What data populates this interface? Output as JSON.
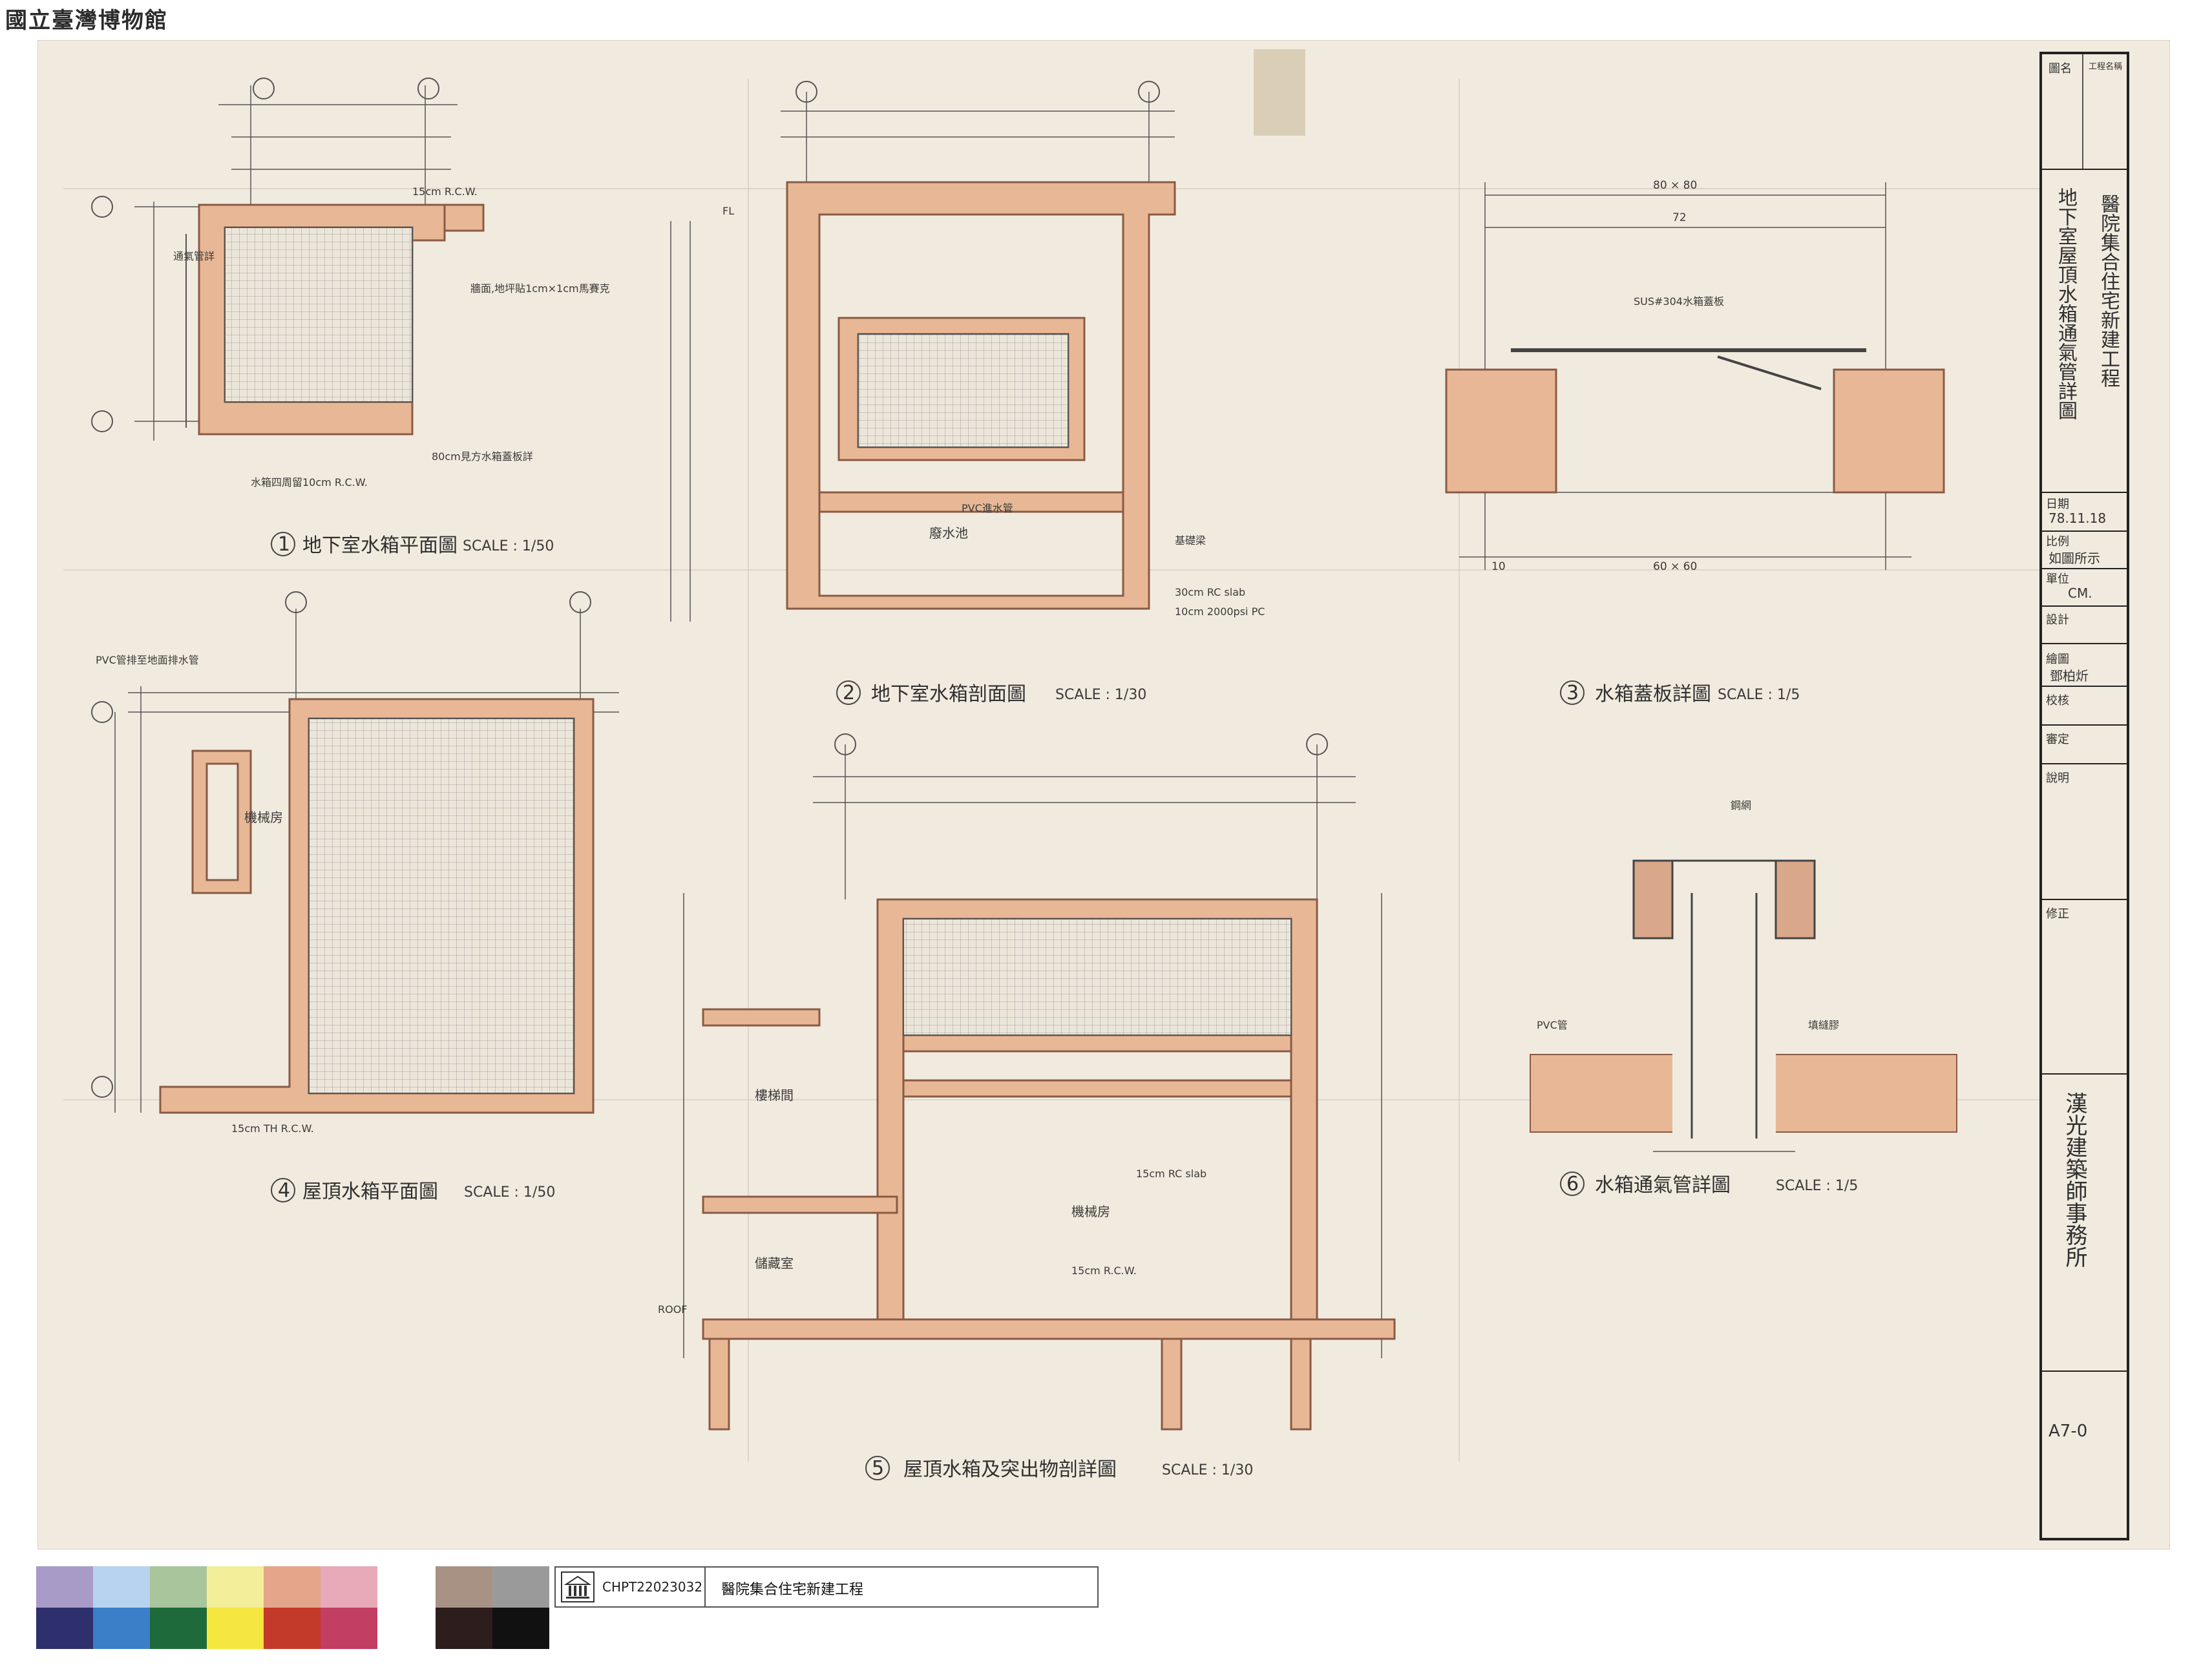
{
  "header": {
    "museum_name": "國立臺灣博物館"
  },
  "drawings": [
    {
      "id": "d1",
      "number": "1",
      "title": "地下室水箱平面圖",
      "scale": "SCALE : 1/50"
    },
    {
      "id": "d2",
      "number": "2",
      "title": "地下室水箱剖面圖",
      "scale": "SCALE : 1/30"
    },
    {
      "id": "d3",
      "number": "3",
      "title": "水箱蓋板詳圖",
      "scale": "SCALE : 1/5"
    },
    {
      "id": "d4",
      "number": "4",
      "title": "屋頂水箱平面圖",
      "scale": "SCALE : 1/50"
    },
    {
      "id": "d5",
      "number": "5",
      "title": "屋頂水箱及突出物剖詳圖",
      "scale": "SCALE : 1/30"
    },
    {
      "id": "d6",
      "number": "6",
      "title": "水箱通氣管詳圖",
      "scale": "SCALE : 1/5"
    }
  ],
  "notes": {
    "d1_cover": "80cm見方水箱蓋板詳",
    "d1_wall": "15cm R.C.W.",
    "d1_inspect": "水箱四周留10cm R.C.W.",
    "d1_vent": "通氣管詳",
    "d1_finish": "牆面,地坪貼1cm×1cm馬賽克",
    "d2_floor": "FL",
    "d2_pool": "廢水池",
    "d2_base": "基礎梁",
    "d2_slab": "30cm RC slab",
    "d2_pc": "10cm 2000psi PC",
    "d2_pvc": "PVC進水管",
    "d3_size": "80 × 80",
    "d3_inner": "72",
    "d3_lower": "60 × 60",
    "d3_side": "10",
    "d3_note": "SUS#304水箱蓋板",
    "d4_wall": "15cm TH R.C.W.",
    "d4_room": "機械房",
    "d4_drain": "PVC管排至地面排水管",
    "d5_room1": "機械房",
    "d5_room2": "樓梯間",
    "d5_room3": "儲藏室",
    "d5_roof": "ROOF",
    "d5_slab": "15cm RC slab",
    "d5_rcw": "15cm R.C.W.",
    "d6_pipe": "鋼網",
    "d6_pvc": "PVC管",
    "d6_note": "填縫膠"
  },
  "title_block": {
    "label_name": "圖名",
    "label_project": "工程名稱",
    "project_name": "醫院集合住宅新建工程",
    "drawing_title": "地下室屋頂水箱通氣管詳圖",
    "label_date": "日期",
    "date": "78.11.18",
    "label_scale": "比例",
    "scale": "如圖所示",
    "label_unit": "單位",
    "unit": "CM.",
    "label_design": "設計",
    "label_draw": "繪圖",
    "drafter": "鄧柏炘",
    "label_check": "校核",
    "label_review": "審定",
    "label_note": "說明",
    "label_revision": "修正",
    "firm": "漢光建築師事務所",
    "sheet_no": "A7-0"
  },
  "footer": {
    "catalog_id": "CHPT22023032",
    "title": "醫院集合住宅新建工程"
  },
  "colors": {
    "paper": "#f1ebdf",
    "wall_fill": "#e8b896",
    "wall_stroke": "#8a5a45",
    "line": "#555555",
    "swatches_top": [
      "#a89bc8",
      "#b7d3ef",
      "#a8c59b",
      "#f2ee99",
      "#e5a58a",
      "#e8aab9",
      "#a89284",
      "#9a9a9a"
    ],
    "swatches_bottom": [
      "#2e2f6d",
      "#3a7fc8",
      "#1f6a3a",
      "#f5e640",
      "#c43a2a",
      "#c23e63",
      "#2d1d1d",
      "#111111"
    ]
  }
}
